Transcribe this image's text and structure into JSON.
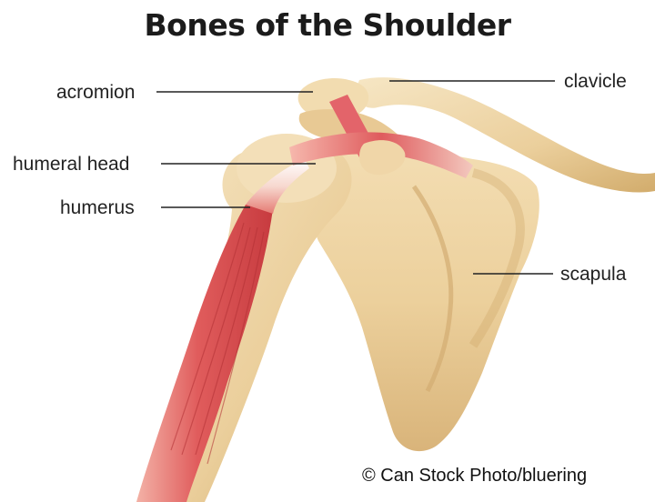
{
  "title": "Bones of the Shoulder",
  "labels": {
    "acromion": "acromion",
    "clavicle": "clavicle",
    "humeral_head": "humeral head",
    "humerus": "humerus",
    "scapula": "scapula"
  },
  "credit": "© Can Stock Photo/bluering",
  "colors": {
    "bone": "#ecd4a6",
    "bone_shadow": "#c9a66b",
    "muscle": "#e06a6a",
    "muscle_dark": "#c0393a",
    "leader_line": "#222222"
  }
}
